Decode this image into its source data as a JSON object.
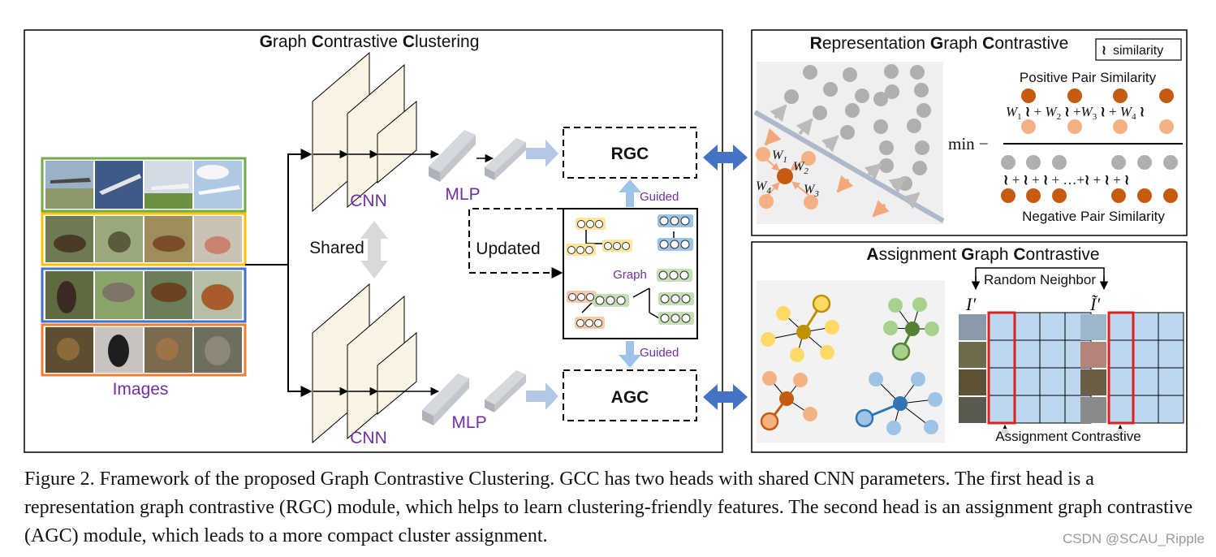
{
  "gcc": {
    "title_parts": [
      [
        "G",
        "raph "
      ],
      [
        "C",
        "ontrastive "
      ],
      [
        "C",
        "lustering"
      ]
    ],
    "images_label": "Images",
    "cnn_top": "CNN",
    "cnn_bottom": "CNN",
    "shared": "Shared",
    "mlp_top": "MLP",
    "mlp_bottom": "MLP",
    "rgc": "RGC",
    "agc": "AGC",
    "updated": "Updated",
    "guided_top": "Guided",
    "guided_bottom": "Guided",
    "graph": "Graph"
  },
  "rgc_panel": {
    "title_parts": [
      [
        "R",
        "epresentation "
      ],
      [
        "G",
        "raph "
      ],
      [
        "C",
        "ontrastive"
      ]
    ],
    "legend": "similarity",
    "positive": "Positive Pair Similarity",
    "negative": "Negative Pair Similarity",
    "min": "min",
    "minus": "−",
    "plus": "+",
    "ellipsis": "…",
    "weights": [
      "W1",
      "W2",
      "W3",
      "W4"
    ]
  },
  "agc_panel": {
    "title_parts": [
      [
        "A",
        "ssignment "
      ],
      [
        "G",
        "raph "
      ],
      [
        "C",
        "ontrastive"
      ]
    ],
    "random_neighbor": "Random Neighbor",
    "assignment_contrastive": "Assignment Contrastive",
    "i_prime": "I′",
    "i_tilde_prime": "Ĩ′"
  },
  "caption": "Figure 2. Framework of the proposed Graph Contrastive Clustering. GCC has two heads with shared CNN parameters. The first head is a representation graph contrastive (RGC) module, which helps to learn clustering-friendly features. The second head is an assignment graph contrastive (AGC) module, which leads to a more compact cluster assignment.",
  "watermark": "CSDN @SCAU_Ripple",
  "colors": {
    "purple": "#7030A0",
    "dark_orange": "#C55A11",
    "light_orange": "#F4B183",
    "gray_dot": "#AFAFAF",
    "yellow": "#FFD966",
    "dark_yellow": "#BF9000",
    "green": "#A9D18E",
    "dark_green": "#548235",
    "blue": "#9DC3E6",
    "dark_blue": "#2E75B6",
    "cell_blue": "#BDD7EE",
    "highlight_red": "#E02020",
    "arrow_blue": "#4472C4",
    "plane_row": "#70AD47",
    "deer_row": "#FFC000",
    "dog_row": "#4472C4",
    "monkey_row": "#ED7D31"
  }
}
